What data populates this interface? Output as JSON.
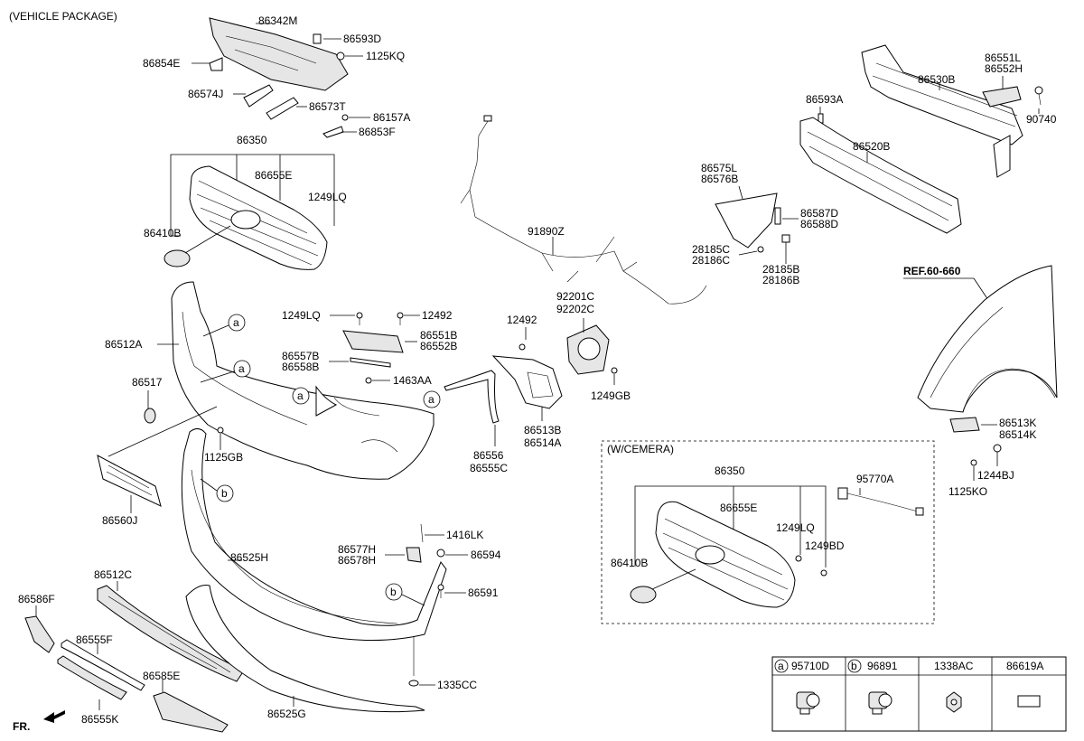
{
  "header": {
    "vehicle_package": "(VEHICLE PACKAGE)"
  },
  "labels": {
    "p86342M": "86342M",
    "p86593D": "86593D",
    "p1125KQ": "1125KQ",
    "p86854E": "86854E",
    "p86574J": "86574J",
    "p86573T": "86573T",
    "p86157A": "86157A",
    "p86853F": "86853F",
    "p86350": "86350",
    "p86655E": "86655E",
    "p1249LQ": "1249LQ",
    "p86410B": "86410B",
    "p86512A": "86512A",
    "p86517": "86517",
    "p1249LQ_b": "1249LQ",
    "p12492": "12492",
    "p86551B": "86551B",
    "p86552B": "86552B",
    "p86557B": "86557B",
    "p86558B": "86558B",
    "p1463AA": "1463AA",
    "p1125GB": "1125GB",
    "p86560J": "86560J",
    "p91890Z": "91890Z",
    "p92201C": "92201C",
    "p92202C": "92202C",
    "p12492_b": "12492",
    "p1249GB": "1249GB",
    "p86513B": "86513B",
    "p86514A": "86514A",
    "p86556": "86556",
    "p86555C": "86555C",
    "p86525H": "86525H",
    "p1416LK": "1416LK",
    "p86577H": "86577H",
    "p86578H": "86578H",
    "p86594": "86594",
    "p86591": "86591",
    "p86512C": "86512C",
    "p86586F": "86586F",
    "p86555F": "86555F",
    "p86585E": "86585E",
    "p86555K": "86555K",
    "p86525G": "86525G",
    "p1335CC": "1335CC",
    "p86551L": "86551L",
    "p86552H": "86552H",
    "p86530B": "86530B",
    "p86593A": "86593A",
    "p90740": "90740",
    "p86520B": "86520B",
    "p86575L": "86575L",
    "p86576B": "86576B",
    "p86587D": "86587D",
    "p86588D": "86588D",
    "p28185C": "28185C",
    "p28186C": "28186C",
    "p28185B": "28185B",
    "p28186B": "28186B",
    "ref": "REF.60-660",
    "p86513K": "86513K",
    "p86514K": "86514K",
    "p1244BJ": "1244BJ",
    "p1125KO": "1125KO",
    "fr": "FR."
  },
  "camera_box": {
    "title": "(W/CEMERA)",
    "p86350": "86350",
    "p86655E": "86655E",
    "p1249LQ": "1249LQ",
    "p1249BD": "1249BD",
    "p86410B": "86410B",
    "p95770A": "95770A"
  },
  "callouts": {
    "a": "a",
    "b": "b"
  },
  "parts_table": {
    "headers": [
      {
        "letter": "a",
        "code": "95710D"
      },
      {
        "letter": "b",
        "code": "96891"
      },
      {
        "letter": "",
        "code": "1338AC"
      },
      {
        "letter": "",
        "code": "86619A"
      }
    ],
    "icons": [
      "sensor-icon",
      "sensor-icon",
      "nut-icon",
      "rectangle-icon"
    ]
  }
}
